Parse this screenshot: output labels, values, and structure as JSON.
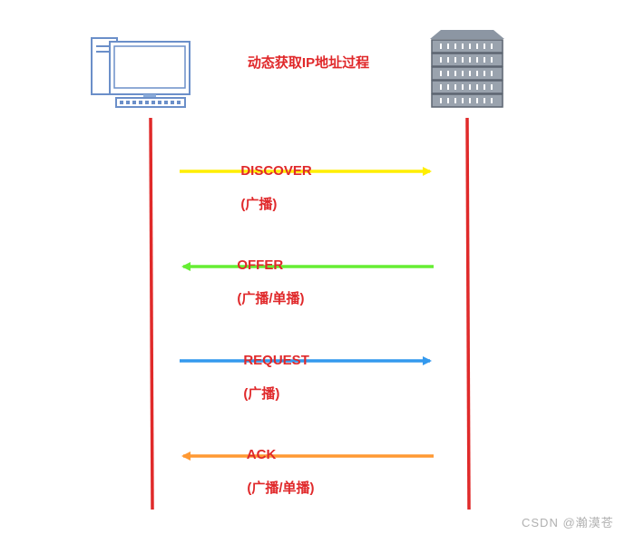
{
  "title": "动态获取IP地址过程",
  "messages": [
    {
      "name": "DISCOVER",
      "type": "(广播)",
      "direction": "client-to-server",
      "color": "#ffee00"
    },
    {
      "name": "OFFER",
      "type": "(广播/单播)",
      "direction": "server-to-client",
      "color": "#66ee33"
    },
    {
      "name": "REQUEST",
      "type": "(广播)",
      "direction": "client-to-server",
      "color": "#3399ee"
    },
    {
      "name": "ACK",
      "type": "(广播/单播)",
      "direction": "server-to-client",
      "color": "#ff9933"
    }
  ],
  "colors": {
    "lifeline": "#e02a2a",
    "label": "#e0282a",
    "icon_stroke": "#6b8fc9"
  },
  "icons": {
    "client": "computer-icon",
    "server": "server-rack-icon"
  },
  "watermark": "CSDN @瀚漠苍"
}
